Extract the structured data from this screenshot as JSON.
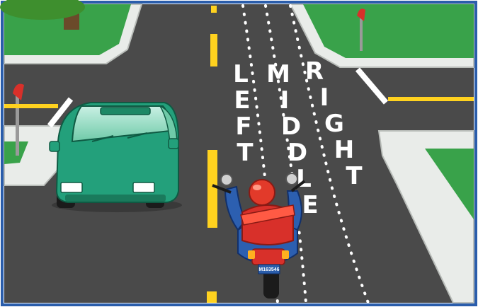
{
  "lane_labels": {
    "left": "LEFT",
    "middle": "MIDDLE",
    "right": "RIGHT"
  },
  "motorcycle": {
    "plate": "M163546"
  },
  "colors": {
    "frame": "#2a5dab",
    "road": "#4a4a4a",
    "grass": "#39a24a",
    "curb": "#e9ece9",
    "yellow_line": "#ffd21f",
    "car_body": "#23a07b",
    "rider_jacket": "#2c5fb0",
    "rider_helmet": "#e23a2a",
    "rider_vest": "#d8302a"
  }
}
